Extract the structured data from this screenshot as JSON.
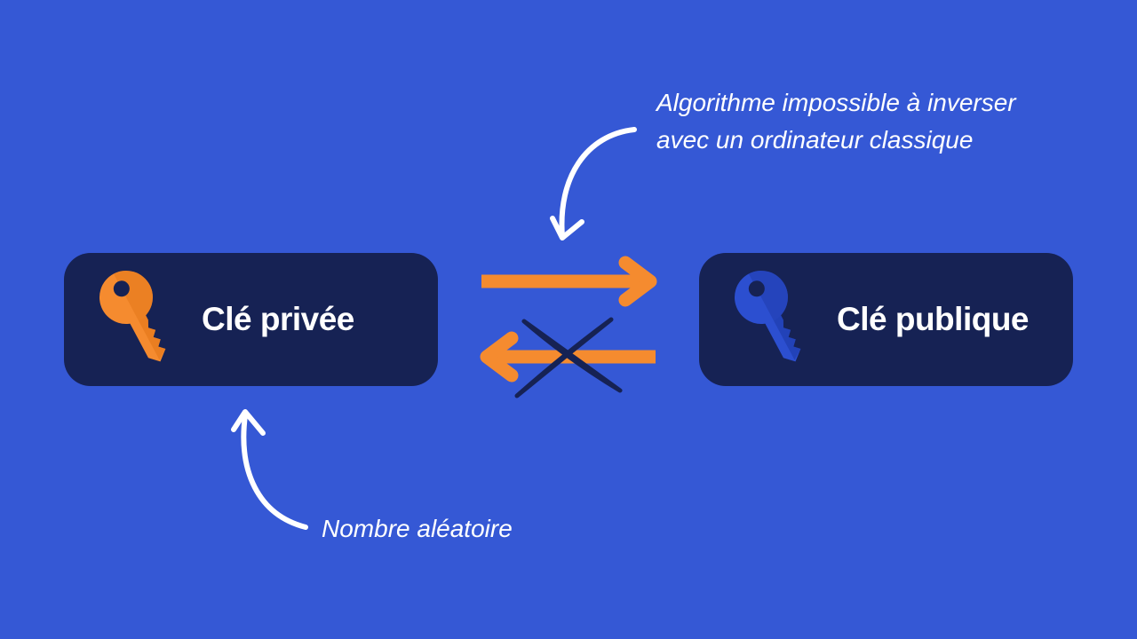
{
  "private_key": {
    "label": "Clé privée",
    "icon": "key-icon",
    "color": "#f58b2f"
  },
  "public_key": {
    "label": "Clé publique",
    "icon": "key-icon",
    "color": "#2c4fd0"
  },
  "annotations": {
    "algorithm_line1": "Algorithme impossible à inverser",
    "algorithm_line2": "avec un ordinateur classique",
    "random_number": "Nombre aléatoire"
  },
  "colors": {
    "background": "#3558d5",
    "box": "#162254",
    "arrow": "#f58b2f",
    "cross": "#162254",
    "text": "#ffffff"
  }
}
